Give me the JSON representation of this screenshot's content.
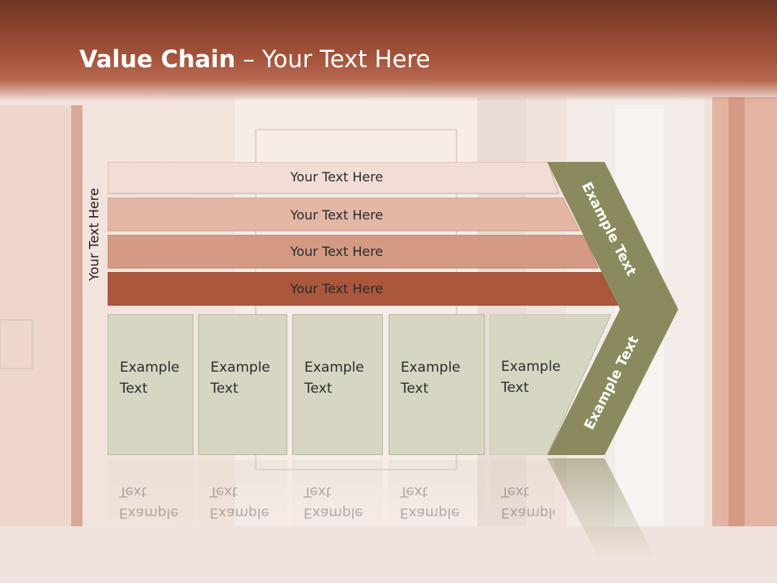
{
  "title": {
    "bold": "Value Chain",
    "rest": " – Your Text Here"
  },
  "side_label": "Your Text Here",
  "bars": [
    "Your Text Here",
    "Your Text Here",
    "Your Text Here",
    "Your Text Here"
  ],
  "boxes": [
    "Example\nText",
    "Example\nText",
    "Example\nText",
    "Example\nText",
    "Example\nText"
  ],
  "chevron": {
    "top_label": "Example Text",
    "bottom_label": "Example Text"
  },
  "colors": {
    "header": "#a4523a",
    "bar1": "#f2ddd6",
    "bar2": "#e3b6a6",
    "bar3": "#d49a84",
    "bar4": "#ab573c",
    "box": "#d6d6c3",
    "chevron": "#8b8a5e"
  }
}
